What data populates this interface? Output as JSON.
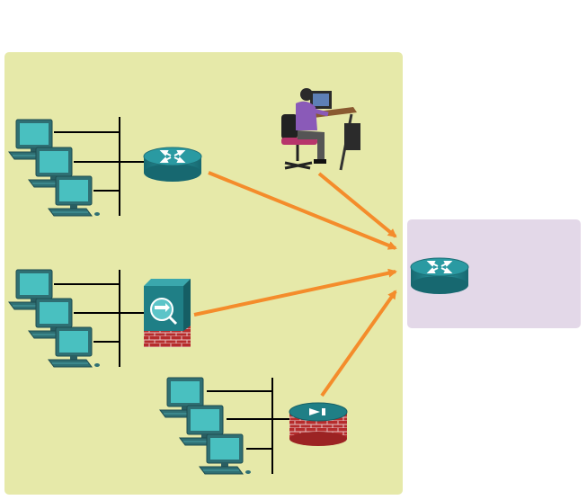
{
  "diagram": {
    "colors": {
      "site_panel": "#e6e9a9",
      "hub_panel": "#e3d8e8",
      "arrow": "#f48c2b",
      "line": "#000000",
      "router_teal": "#1f7f86",
      "monitor": "#3bb3b3",
      "firewall_brick": "#b62c2c"
    },
    "panels": [
      {
        "id": "sites",
        "color": "site_panel"
      },
      {
        "id": "hub",
        "color": "hub_panel"
      }
    ],
    "devices": [
      {
        "id": "lan-a",
        "type": "pc-group",
        "icon": "desktop-computer-icon",
        "count": 3
      },
      {
        "id": "lan-b",
        "type": "pc-group",
        "icon": "desktop-computer-icon",
        "count": 3
      },
      {
        "id": "lan-c",
        "type": "pc-group",
        "icon": "desktop-computer-icon",
        "count": 3
      },
      {
        "id": "edge-router",
        "type": "router",
        "icon": "router-icon"
      },
      {
        "id": "edge-firewall",
        "type": "firewall",
        "icon": "firewall-icon"
      },
      {
        "id": "edge-vpn-firewall",
        "type": "vpn-firewall",
        "icon": "vpn-firewall-icon"
      },
      {
        "id": "teleworker",
        "type": "user",
        "icon": "teleworker-workstation-icon"
      },
      {
        "id": "hub-router",
        "type": "router",
        "icon": "router-icon"
      }
    ],
    "connections": [
      {
        "from": "edge-router",
        "to": "hub-router",
        "style": "arrow"
      },
      {
        "from": "teleworker",
        "to": "hub-router",
        "style": "arrow"
      },
      {
        "from": "edge-firewall",
        "to": "hub-router",
        "style": "arrow"
      },
      {
        "from": "edge-vpn-firewall",
        "to": "hub-router",
        "style": "arrow"
      }
    ]
  }
}
